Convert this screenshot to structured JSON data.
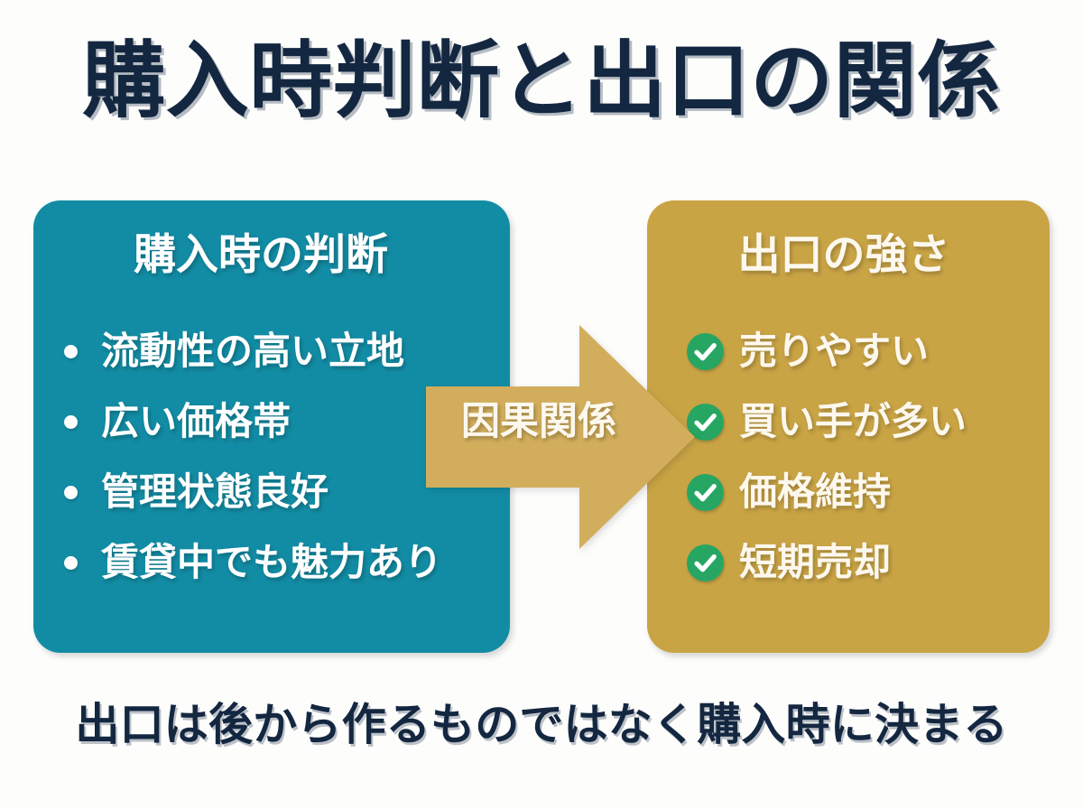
{
  "title": "購入時判断と出口の関係",
  "left_panel": {
    "header": "購入時の判断",
    "bg_color": "#128CA4",
    "text_color": "#FFFFFF",
    "items": [
      {
        "label": "流動性の高い立地",
        "marker": "bullet-dot"
      },
      {
        "label": "広い価格帯",
        "marker": "bullet-dot"
      },
      {
        "label": "管理状態良好",
        "marker": "bullet-dot"
      },
      {
        "label": "賃貸中でも魅力あり",
        "marker": "bullet-dot"
      }
    ]
  },
  "arrow": {
    "label": "因果関係",
    "direction": "right",
    "color": "#D2AE5C",
    "label_color": "#FDF8EE"
  },
  "right_panel": {
    "header": "出口の強さ",
    "bg_color": "#C9A445",
    "text_color": "#FDF8EE",
    "check_color": "#27A663",
    "items": [
      {
        "label": "売りやすい",
        "marker": "check-circle-icon"
      },
      {
        "label": "買い手が多い",
        "marker": "check-circle-icon"
      },
      {
        "label": "価格維持",
        "marker": "check-circle-icon"
      },
      {
        "label": "短期売却",
        "marker": "check-circle-icon"
      }
    ]
  },
  "footer": "出口は後から作るものではなく購入時に決まる",
  "colors": {
    "background": "#FDFDFC",
    "title": "#142740",
    "teal": "#128CA4",
    "gold": "#C9A445",
    "arrow_gold": "#D2AE5C",
    "green": "#27A663"
  }
}
